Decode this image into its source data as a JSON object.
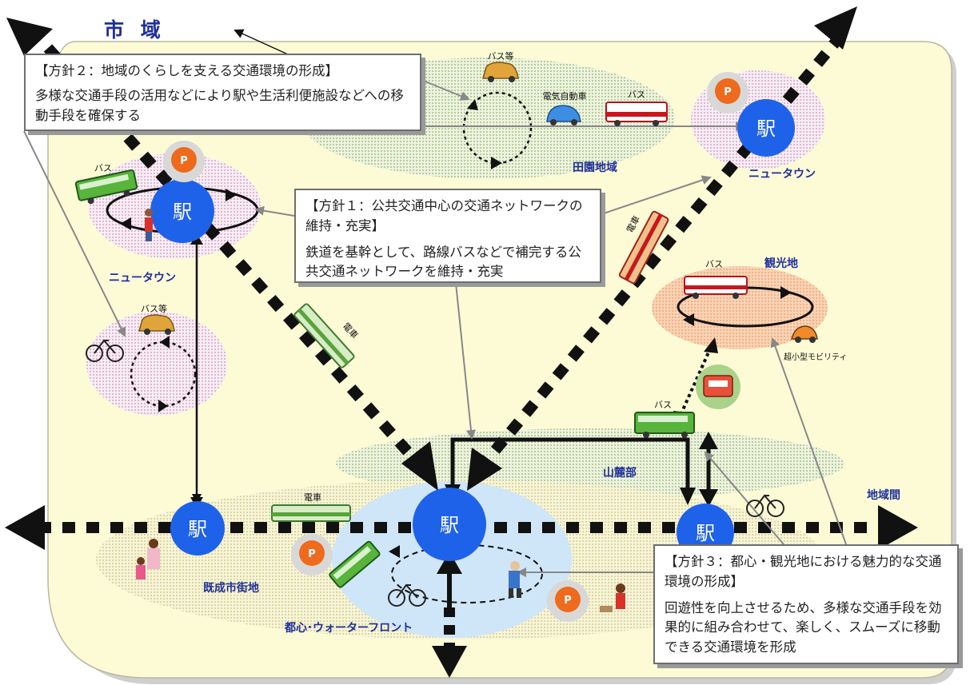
{
  "title": "市 域",
  "labels": {
    "station": "駅",
    "parking": "P",
    "bus_etc": "バス等",
    "bus": "バス",
    "ev": "電気自動車",
    "train": "電車",
    "micro_mobility": "超小型モビリティ",
    "rural": "田園地域",
    "newtown": "ニュータウン",
    "tourist": "観光地",
    "foothills": "山麓部",
    "interregional": "地域間",
    "existing_urban": "既成市街地",
    "downtown": "都心･ウォーターフロント"
  },
  "policy2": {
    "head": "【方針２：地域のくらしを支える交通環境の形成】",
    "body": "多様な交通手段の活用などにより駅や生活利便施設などへの移動手段を確保する"
  },
  "policy1": {
    "head": "【方針１：公共交通中心の交通ネットワークの維持・充実】",
    "body": "鉄道を基幹として、路線バスなどで補完する公共交通ネットワークを維持・充実"
  },
  "policy3": {
    "head": "【方針３：都心・観光地における魅力的な交通環境の形成】",
    "body": "回遊性を向上させるため、多様な交通手段を効果的に組み合わせて、楽しく、スムーズに移動できる交通環境を形成"
  },
  "colors": {
    "region_bg": "#fdfbd6",
    "station": "#1f62ea",
    "parking": "#ee6a1d",
    "title": "#1f2f9a"
  }
}
